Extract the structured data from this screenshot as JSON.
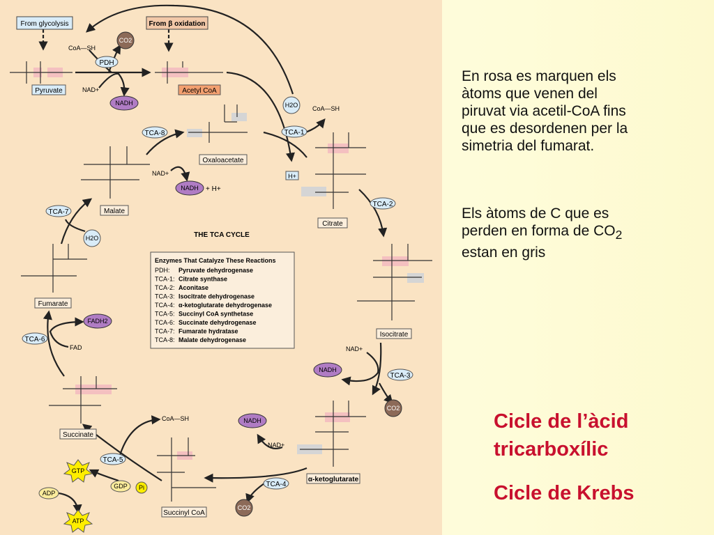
{
  "diagram": {
    "title": "THE TCA CYCLE",
    "sources": {
      "glycolysis": "From glycolysis",
      "beta": "From β oxidation"
    },
    "compounds": {
      "pyruvate": "Pyruvate",
      "acetyl_coa": "Acetyl CoA",
      "oxaloacetate": "Oxaloacetate",
      "citrate": "Citrate",
      "isocitrate": "Isocitrate",
      "ketoglutarate": "α-ketoglutarate",
      "succinyl_coa": "Succinyl CoA",
      "succinate": "Succinate",
      "fumarate": "Fumarate",
      "malate": "Malate"
    },
    "enzyme_tags": [
      "PDH",
      "TCA-1",
      "TCA-2",
      "TCA-3",
      "TCA-4",
      "TCA-5",
      "TCA-6",
      "TCA-7",
      "TCA-8"
    ],
    "cofactors": {
      "co2": "CO2",
      "nadh": "NADH",
      "h2o": "H2O",
      "fadh2": "FADH2",
      "gtp": "GTP",
      "gdp": "GDP",
      "pi": "Pi",
      "adp": "ADP",
      "atp": "ATP",
      "nad": "NAD+",
      "fad": "FAD",
      "coash": "CoA—SH",
      "hplus": "H+",
      "plus_h": "+ H+"
    },
    "enzyme_box": {
      "heading": "Enzymes That Catalyze These Reactions",
      "rows": [
        {
          "code": "PDH:",
          "name": "Pyruvate dehydrogenase"
        },
        {
          "code": "TCA-1:",
          "name": "Citrate synthase"
        },
        {
          "code": "TCA-2:",
          "name": "Aconitase"
        },
        {
          "code": "TCA-3:",
          "name": "Isocitrate dehydrogenase"
        },
        {
          "code": "TCA-4:",
          "name": "α-ketoglutarate dehydrogenase"
        },
        {
          "code": "TCA-5:",
          "name": "Succinyl CoA synthetase"
        },
        {
          "code": "TCA-6:",
          "name": "Succinate dehydrogenase"
        },
        {
          "code": "TCA-7:",
          "name": "Fumarate hydratase"
        },
        {
          "code": "TCA-8:",
          "name": "Malate dehydrogenase"
        }
      ]
    },
    "colors": {
      "panel": "#fae3c3",
      "red_atom": "#f4c0c0",
      "gray_atom": "#d5d5d5",
      "co2": "#8c6a58",
      "nadh": "#b07cc4",
      "light_blue": "#d9ecf8",
      "yellow": "#ffee00"
    }
  },
  "side_text": {
    "para1": "En rosa es marquen els àtoms que venen del piruvat via acetil-CoA fins que es desordenen per la simetria del fumarat.",
    "para2_before": "Els àtoms de C que es perden en forma de CO",
    "para2_sub": "2",
    "para2_after": " estan en gris"
  },
  "titles": {
    "line1": "Cicle de l’àcid",
    "line2": "tricarboxílic",
    "line3": "Cicle de Krebs"
  }
}
